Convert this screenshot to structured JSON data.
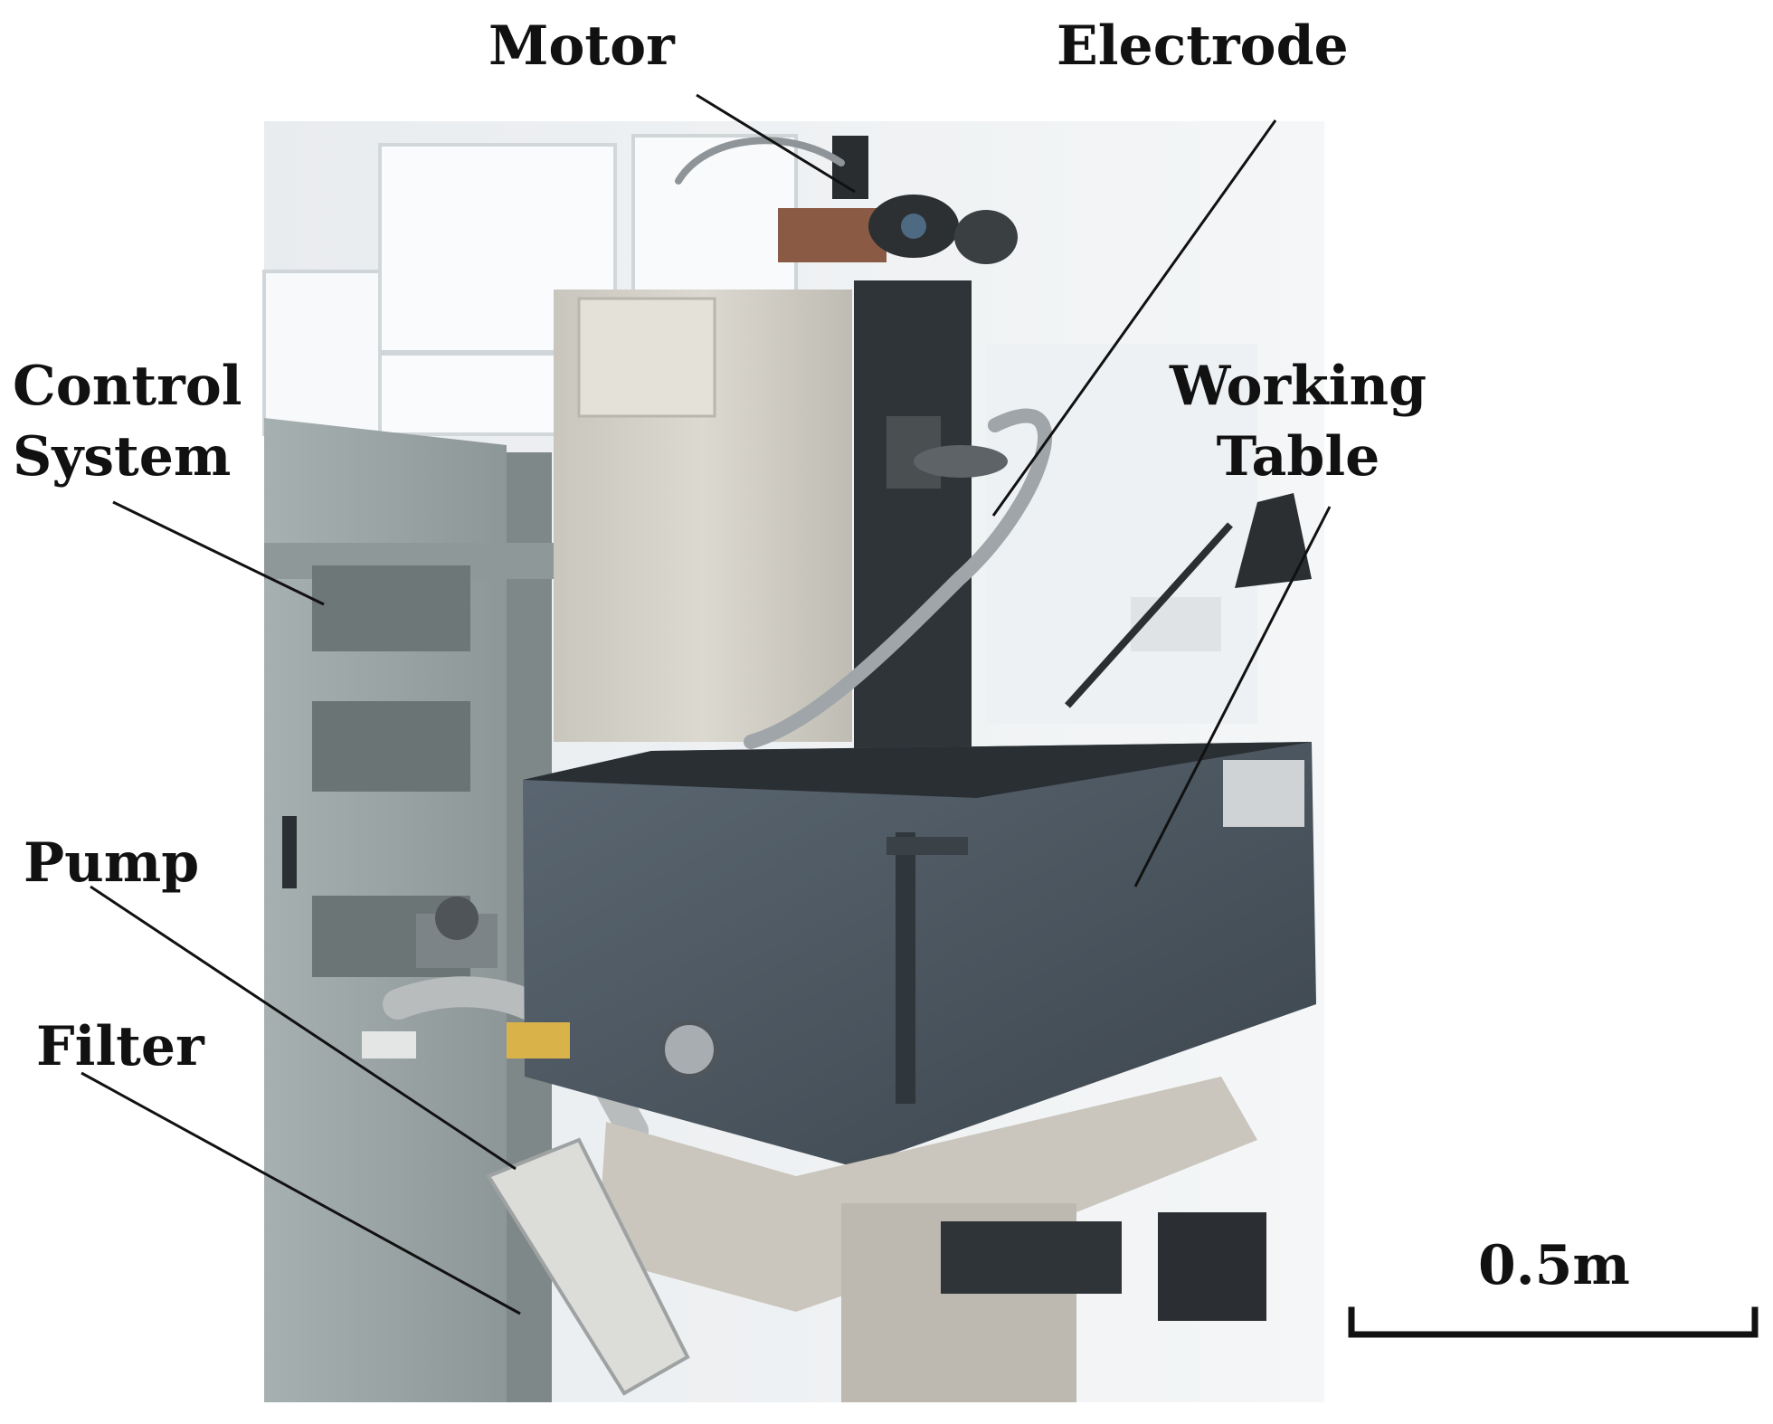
{
  "labels": {
    "motor": "Motor",
    "electrode": "Electrode",
    "control_line1": "Control",
    "control_line2": "System",
    "working_line1": "Working",
    "working_line2": "Table",
    "pump": "Pump",
    "filter": "Filter"
  },
  "scale_bar": {
    "label": "0.5m"
  },
  "colors": {
    "background": "#ffffff",
    "label_text": "#111111",
    "leader_line": "#111111"
  }
}
